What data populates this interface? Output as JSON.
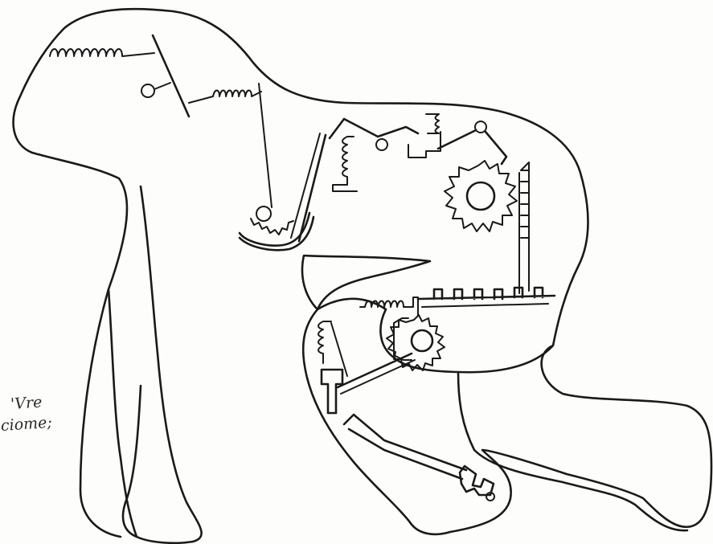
{
  "margin_note": {
    "line1": "'Vre",
    "line2": "ciome;"
  },
  "colors": {
    "ink": "#1a1a1a",
    "paper": "#fdfdfb"
  },
  "figure": {
    "subject": "mechanical-ape-drawing"
  }
}
